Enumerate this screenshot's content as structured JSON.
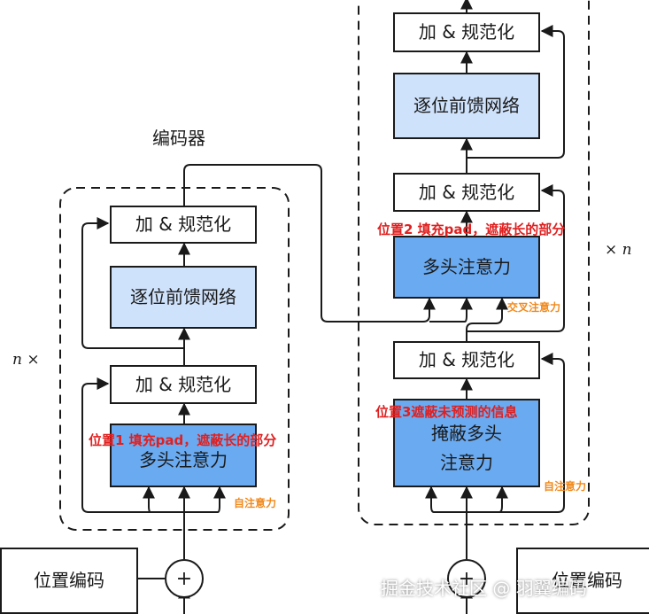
{
  "encoder": {
    "title": "编码器",
    "repeat_label": "n ×",
    "add_norm_label": "加 & 规范化",
    "ffn_label": "逐位前馈网络",
    "attn_label": "多头注意力",
    "pad_mask_note": "位置1 填充pad，遮蔽长的部分",
    "self_attn_note": "自注意力",
    "pos_encoding_label": "位置编码"
  },
  "decoder": {
    "repeat_label": "× n",
    "add_norm_label": "加 & 规范化",
    "ffn_label": "逐位前馈网络",
    "cross_attn_label": "多头注意力",
    "masked_attn_line1": "掩蔽多头",
    "masked_attn_line2": "注意力",
    "pad_mask_note": "位置2 填充pad，遮蔽长的部分",
    "cross_attn_note": "交叉注意力",
    "future_mask_note": "位置3遮蔽未预测的信息",
    "self_attn_note": "自注意力",
    "pos_encoding_label": "位置编码"
  },
  "plus_symbol": "+",
  "watermark": "掘金技术社区 @ 羽翼编码",
  "colors": {
    "light_block": "#cfe2fb",
    "mid_block": "#6aaaf0",
    "note_red": "#e02020",
    "note_orange": "#f08a1e"
  }
}
